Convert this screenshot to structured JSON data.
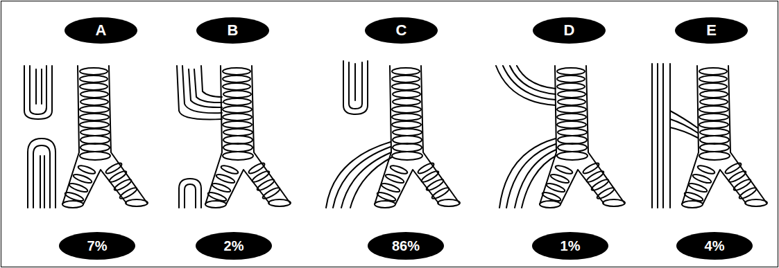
{
  "diagram": {
    "nodes": [
      {
        "text": [
          "A"
        ]
      },
      {
        "text": [
          "B"
        ]
      },
      {
        "text": [
          "C"
        ]
      },
      {
        "text": [
          "D"
        ]
      },
      {
        "text": [
          "E"
        ]
      },
      {
        "text": [
          "7%"
        ]
      },
      {
        "text": [
          "2%"
        ]
      },
      {
        "text": [
          "86%"
        ]
      },
      {
        "text": [
          "1%"
        ]
      },
      {
        "text": [
          "4%"
        ]
      }
    ]
  }
}
